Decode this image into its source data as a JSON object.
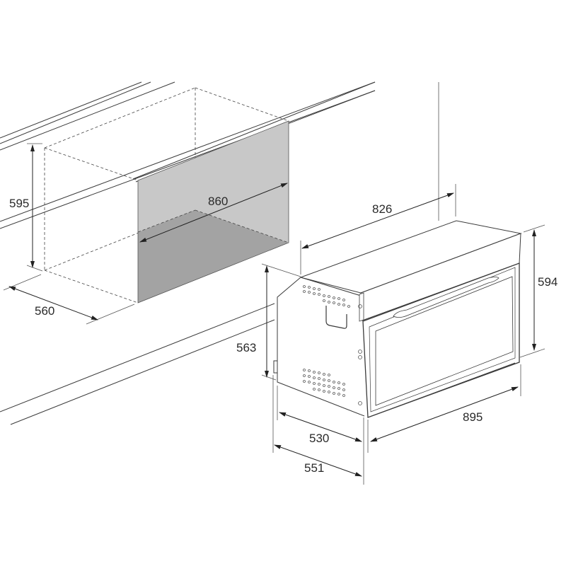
{
  "diagram": {
    "type": "built-in oven installation dimensions",
    "units": "mm",
    "niche": {
      "height_label": "595",
      "width_label": "860",
      "depth_label": "560"
    },
    "appliance": {
      "width_label": "826",
      "front_height_label": "594",
      "body_height_label": "563",
      "front_width_label": "895",
      "body_depth_label": "530",
      "total_depth_label": "551"
    },
    "colors": {
      "line": "#3a3a3a",
      "niche_back_fill": "#c8c8c8",
      "niche_floor_fill": "#a3a3a3",
      "background": "#ffffff"
    }
  }
}
